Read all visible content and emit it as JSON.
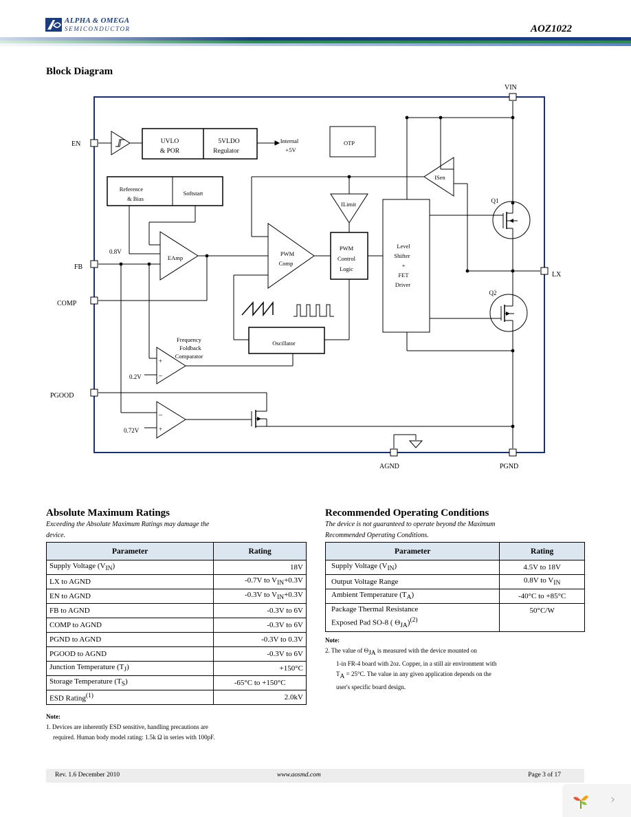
{
  "header": {
    "company_line1": "ALPHA & OMEGA",
    "company_line2": "SEMICONDUCTOR",
    "part_number": "AOZ1022"
  },
  "block_diagram": {
    "title": "Block Diagram",
    "pins": {
      "vin": "VIN",
      "en": "EN",
      "fb": "FB",
      "comp": "COMP",
      "pgood": "PGOOD",
      "lx": "LX",
      "agnd": "AGND",
      "pgnd": "PGND"
    },
    "blocks": {
      "uvlo": [
        "UVLO",
        "& POR"
      ],
      "ldo": [
        "5VLDO",
        "Regulator"
      ],
      "internal": [
        "Internal",
        "+5V"
      ],
      "otp": "OTP",
      "ref": [
        "Reference",
        "& Bias"
      ],
      "softstart": "Softstart",
      "eamp": "EAmp",
      "pwm_comp": [
        "PWM",
        "Comp"
      ],
      "pwm_logic": [
        "PWM",
        "Control",
        "Logic"
      ],
      "ilimit": "ILimit",
      "isen": "ISen",
      "level_shifter": [
        "Level",
        "Shifter",
        "+",
        "FET",
        "Driver"
      ],
      "oscillator": "Oscillator",
      "freq_foldback": [
        "Frequency",
        "Foldback",
        "Comparator"
      ],
      "q1": "Q1",
      "q2": "Q2"
    },
    "voltages": {
      "v08": "0.8V",
      "v02": "0.2V",
      "v072": "0.72V"
    }
  },
  "abs_max": {
    "title": "Absolute Maximum Ratings",
    "subtitle_line1": "Exceeding the Absolute Maximum Ratings may damage the",
    "subtitle_line2": "device.",
    "header_param": "Parameter",
    "header_rating": "Rating",
    "rows": [
      {
        "param": "Supply Voltage (V",
        "sub": "IN",
        "tail": ")",
        "rating": "18V"
      },
      {
        "param": "LX to AGND",
        "sub": "",
        "tail": "",
        "rating": "-0.7V to V",
        "rsub": "IN",
        "rtail": "+0.3V"
      },
      {
        "param": "EN to AGND",
        "sub": "",
        "tail": "",
        "rating": "-0.3V to V",
        "rsub": "IN",
        "rtail": "+0.3V"
      },
      {
        "param": "FB to AGND",
        "sub": "",
        "tail": "",
        "rating": "-0.3V to 6V"
      },
      {
        "param": "COMP to AGND",
        "sub": "",
        "tail": "",
        "rating": "-0.3V to 6V"
      },
      {
        "param": "PGND to AGND",
        "sub": "",
        "tail": "",
        "rating": "-0.3V to 0.3V"
      },
      {
        "param": "PGOOD to AGND",
        "sub": "",
        "tail": "",
        "rating": "-0.3V to 6V"
      },
      {
        "param": "Junction Temperature (T",
        "sub": "J",
        "tail": ")",
        "rating": "+150°C"
      },
      {
        "param": "Storage Temperature (T",
        "sub": "S",
        "tail": ")",
        "rating": "-65°C to +150°C"
      },
      {
        "param": "ESD Rating",
        "sup": "(1)",
        "tail": "",
        "rating": "2.0kV"
      }
    ],
    "note_label": "Note:",
    "note_line1": "1. Devices are inherently ESD sensitive, handling precautions are",
    "note_line2a": "required. Human body model rating: 1.5k",
    "note_ohm": "Ω",
    "note_line2b": "in series with 100pF."
  },
  "rec_op": {
    "title": "Recommended Operating Conditions",
    "subtitle_line1": "The device is not guaranteed to operate beyond the Maximum",
    "subtitle_line2": "Recommended Operating Conditions.",
    "header_param": "Parameter",
    "header_rating": "Rating",
    "rows": [
      {
        "param": "Supply Voltage (V",
        "sub": "IN",
        "tail": ")",
        "rating": "4.5V to 18V"
      },
      {
        "param": "Output Voltage Range",
        "rating": "0.8V to V",
        "rsub": "IN"
      },
      {
        "param": "Ambient Temperature (T",
        "sub": "A",
        "tail": ")",
        "rating": "-40°C to +85°C"
      }
    ],
    "thermal_param1": "Package Thermal Resistance",
    "thermal_param2": "Exposed Pad SO-8 (",
    "thermal_theta": "Θ",
    "thermal_sub": "JA",
    "thermal_tail": ")",
    "thermal_sup": "(2)",
    "thermal_rating": "50°C/W",
    "note_label": "Note:",
    "note_line1a": "2. The value of",
    "note_theta": "Θ",
    "note_sub": "JA",
    "note_line1b": "is measured with the device mounted on",
    "note_line2a": "1-in",
    "note_line2b": "FR-4 board with 2oz. Copper, in a still air environment with",
    "note_line3a": "T",
    "note_line3sub": "A",
    "note_line3b": "= 25°C. The value in any given application depends on the",
    "note_line4": "user's specific board design."
  },
  "footer": {
    "rev": "Rev. 1.6 December 2010",
    "url": "www.aosmd.com",
    "page": "Page 3 of 17"
  },
  "colors": {
    "accent_blue": "#1b3d7c",
    "bar_green": "#2e8b57",
    "table_header": "#dce6f1"
  }
}
